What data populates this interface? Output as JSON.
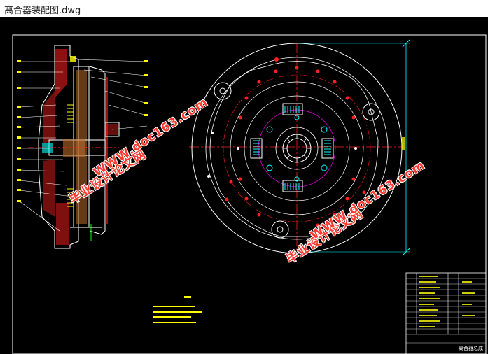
{
  "window": {
    "title": "离合器装配图.dwg"
  },
  "drawing": {
    "background": "#000000",
    "line_colors": {
      "white": "#ffffff",
      "red": "#ff2020",
      "yellow": "#ffff00",
      "cyan": "#00ffff",
      "magenta": "#ff00ff",
      "green": "#00ff00"
    },
    "watermarks": [
      {
        "site": "WWW.doc163.com",
        "cn": "毕业设计论文网"
      },
      {
        "site": "WWW.doc163.com",
        "cn": "毕业设计论文网"
      }
    ],
    "title_block_text": "离合器总成"
  }
}
